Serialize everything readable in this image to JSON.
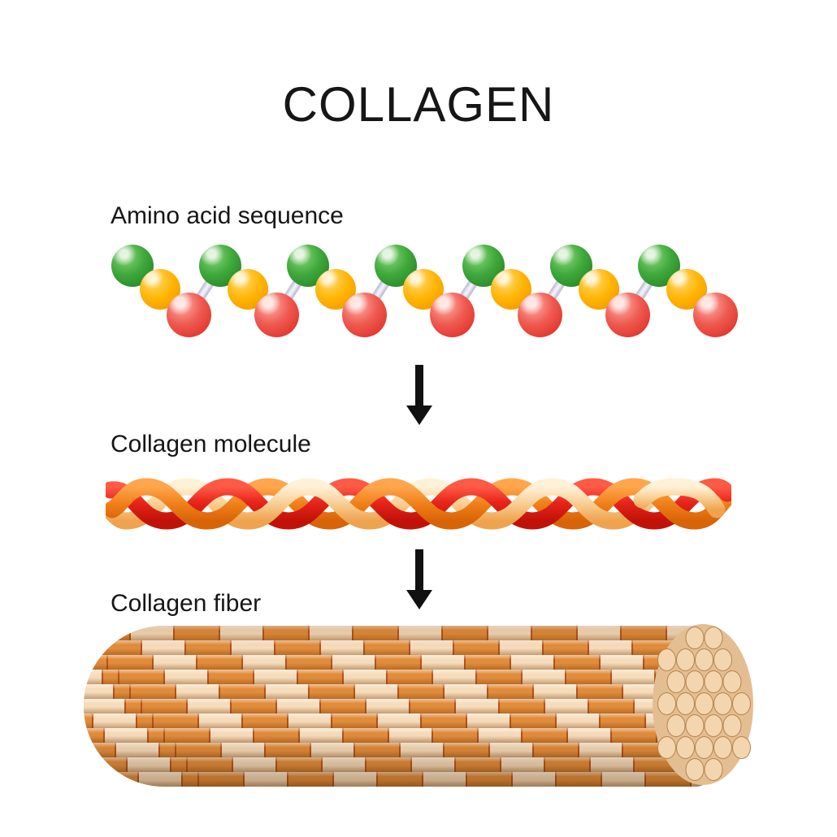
{
  "title": "COLLAGEN",
  "sections": [
    {
      "id": "amino",
      "label": "Amino acid sequence"
    },
    {
      "id": "molecule",
      "label": "Collagen molecule"
    },
    {
      "id": "fiber",
      "label": "Collagen fiber"
    }
  ],
  "arrows": {
    "count": 2,
    "direction": "down",
    "color": "#111111"
  },
  "amino_chain": {
    "triplet_count": 7,
    "ball_colors": [
      {
        "name": "green",
        "hex": "#3FA93C"
      },
      {
        "name": "yellow",
        "hex": "#FFB300"
      },
      {
        "name": "red",
        "hex": "#EF5A50"
      }
    ],
    "connector_color": "#E0E0EE"
  },
  "molecule": {
    "strand_count": 3,
    "strand_colors": [
      {
        "name": "red",
        "hex": "#E8251B"
      },
      {
        "name": "orange",
        "hex": "#F08019"
      },
      {
        "name": "cream",
        "hex": "#F8CE93"
      }
    ]
  },
  "fiber": {
    "row_count": 11,
    "band_colors": {
      "orange": "#E18C3B",
      "cream": "#F6DCBB",
      "separator": "#B4511D"
    },
    "cross_section_cap_color": "#F3D6B0"
  }
}
